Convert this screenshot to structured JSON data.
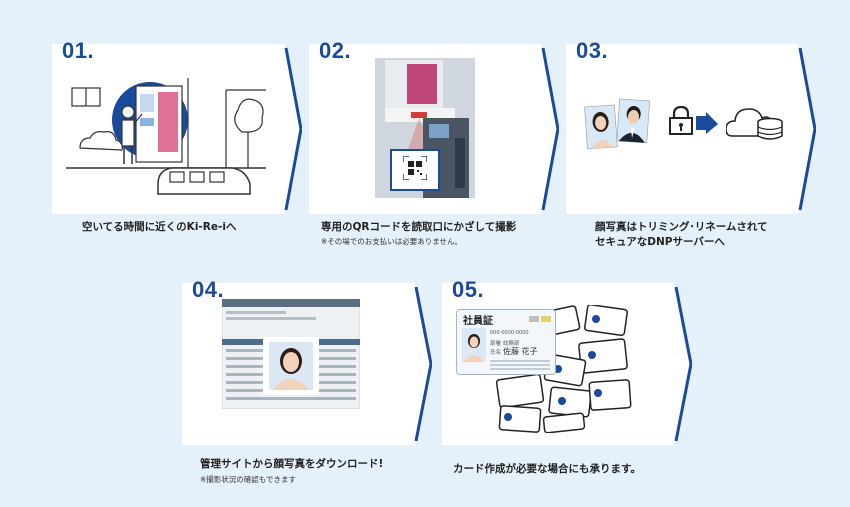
{
  "steps": [
    {
      "number": "01.",
      "caption": "空いてる時間に近くのKi-Re-iへ",
      "caption2": "",
      "note": "",
      "icons": [
        "street-scene-icon",
        "photo-booth-icon",
        "person-icon",
        "car-icon",
        "cloud-icon",
        "tree-icon"
      ]
    },
    {
      "number": "02.",
      "caption": "専用のQRコードを読取口にかざして撮影",
      "caption2": "",
      "note": "※その場でのお支払いは必要ありません。",
      "icons": [
        "qr-reader-icon",
        "qr-code-icon"
      ]
    },
    {
      "number": "03.",
      "caption": "顔写真はトリミング･リネームされて",
      "caption2": "セキュアなDNPサーバーへ",
      "note": "",
      "icons": [
        "female-portrait-icon",
        "male-portrait-icon",
        "lock-icon",
        "arrow-right-icon",
        "cloud-server-icon"
      ]
    },
    {
      "number": "04.",
      "caption": "管理サイトから顔写真をダウンロード!",
      "caption2": "",
      "note": "※撮影状況の確認もできます",
      "icons": [
        "admin-site-screenshot-icon",
        "portrait-icon"
      ]
    },
    {
      "number": "05.",
      "caption": "カード作成が必要な場合にも承ります。",
      "caption2": "",
      "note": "",
      "icons": [
        "id-card-icon",
        "card-stack-icon"
      ]
    }
  ],
  "id_card": {
    "title": "社員証",
    "number_row": "000-0000-0000",
    "dept_label": "部署",
    "dept_value": "総務部",
    "name_label": "氏名",
    "name_value": "佐藤 花子"
  },
  "colors": {
    "background": "#e4f1fb",
    "card": "#ffffff",
    "accent": "#1a4a9c",
    "text": "#222222"
  }
}
